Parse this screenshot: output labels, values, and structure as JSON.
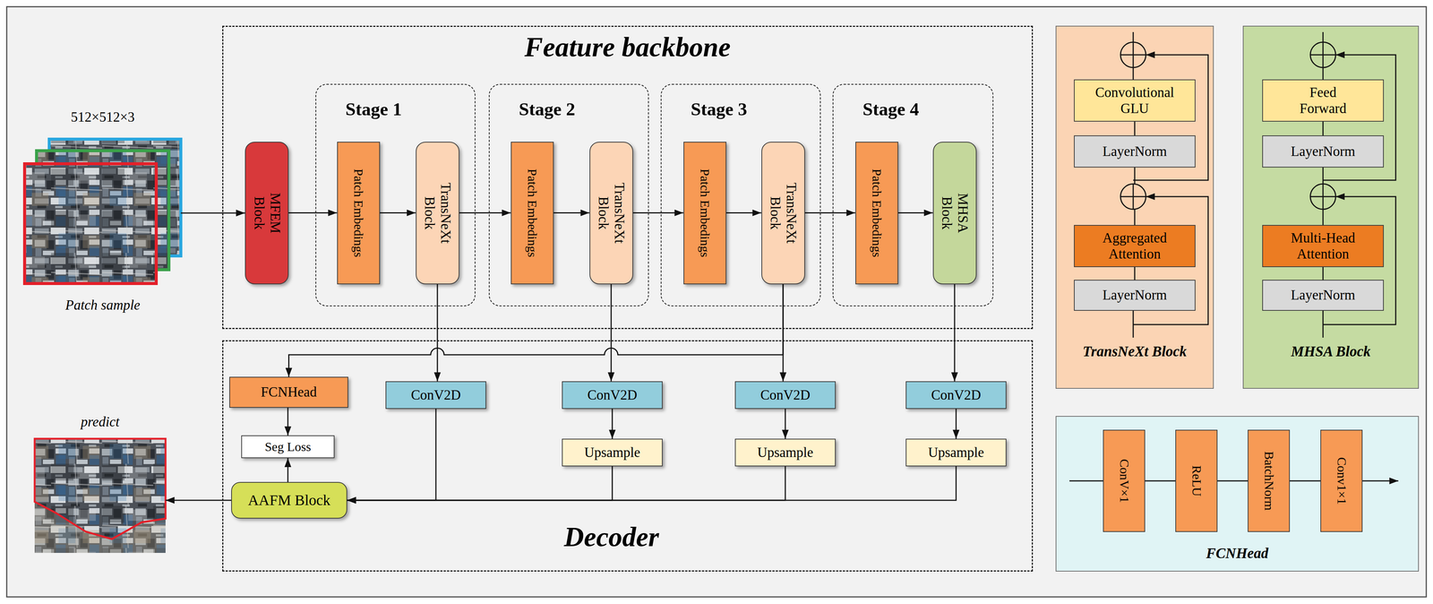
{
  "diagram": {
    "nodes": [
      {
        "text": [
          "512×512×3",
          "Patch sample"
        ]
      },
      {
        "text": [
          "Feature backbone"
        ]
      },
      {
        "text": [
          "MFEM Block"
        ],
        "in": 1
      },
      {
        "text": [
          "Stage 1"
        ],
        "in": 1
      },
      {
        "text": [
          "Patch Embedings"
        ],
        "in": 3
      },
      {
        "text": [
          "TransNeXt Block"
        ],
        "in": 3
      },
      {
        "text": [
          "Stage 2"
        ],
        "in": 1
      },
      {
        "text": [
          "Patch Embedings"
        ],
        "in": 6
      },
      {
        "text": [
          "TransNeXt Block"
        ],
        "in": 6
      },
      {
        "text": [
          "Stage 3"
        ],
        "in": 1
      },
      {
        "text": [
          "Patch Embedings"
        ],
        "in": 9
      },
      {
        "text": [
          "TransNeXt Block"
        ],
        "in": 9
      },
      {
        "text": [
          "Stage 4"
        ],
        "in": 1
      },
      {
        "text": [
          "Patch Embedings"
        ],
        "in": 12
      },
      {
        "text": [
          "MHSA Block"
        ],
        "in": 12
      },
      {
        "text": [
          "Decoder"
        ]
      },
      {
        "text": [
          "FCNHead"
        ],
        "in": 15
      },
      {
        "text": [
          "ConV2D"
        ],
        "in": 15
      },
      {
        "text": [
          "ConV2D"
        ],
        "in": 15
      },
      {
        "text": [
          "ConV2D"
        ],
        "in": 15
      },
      {
        "text": [
          "ConV2D"
        ],
        "in": 15
      },
      {
        "text": [
          "Seg Loss"
        ],
        "in": 15
      },
      {
        "text": [
          "Upsample"
        ],
        "in": 15
      },
      {
        "text": [
          "Upsample"
        ],
        "in": 15
      },
      {
        "text": [
          "Upsample"
        ],
        "in": 15
      },
      {
        "text": [
          "AAFM Block"
        ],
        "in": 15
      },
      {
        "text": [
          "predict"
        ]
      },
      {
        "text": [
          "TransNeXt Block"
        ]
      },
      {
        "text": [
          "Convolutional GLU"
        ],
        "in": 27
      },
      {
        "text": [
          "LayerNorm"
        ],
        "in": 27
      },
      {
        "text": [
          "Aggregated Attention"
        ],
        "in": 27
      },
      {
        "text": [
          "LayerNorm"
        ],
        "in": 27
      },
      {
        "text": [
          "MHSA Block"
        ]
      },
      {
        "text": [
          "Feed Forward"
        ],
        "in": 32
      },
      {
        "text": [
          "LayerNorm"
        ],
        "in": 32
      },
      {
        "text": [
          "Multi-Head Attention"
        ],
        "in": 32
      },
      {
        "text": [
          "LayerNorm"
        ],
        "in": 32
      },
      {
        "text": [
          "FCNHead"
        ]
      },
      {
        "text": [
          "ConV×1"
        ],
        "in": 37
      },
      {
        "text": [
          "ReLU"
        ],
        "in": 37
      },
      {
        "text": [
          "BatchNorm"
        ],
        "in": 37
      },
      {
        "text": [
          "Conv1×1"
        ],
        "in": 37
      }
    ],
    "edges": [
      {
        "from": 0,
        "to": 2,
        "arrow": "to"
      },
      {
        "from": 2,
        "to": 4,
        "arrow": "to"
      },
      {
        "from": 4,
        "to": 5,
        "arrow": "to"
      },
      {
        "from": 5,
        "to": 7,
        "arrow": "to"
      },
      {
        "from": 7,
        "to": 8,
        "arrow": "to"
      },
      {
        "from": 8,
        "to": 10,
        "arrow": "to"
      },
      {
        "from": 10,
        "to": 11,
        "arrow": "to"
      },
      {
        "from": 11,
        "to": 13,
        "arrow": "to"
      },
      {
        "from": 13,
        "to": 14,
        "arrow": "to"
      },
      {
        "from": 5,
        "to": 17,
        "arrow": "to"
      },
      {
        "from": 8,
        "to": 18,
        "arrow": "to"
      },
      {
        "from": 11,
        "to": 19,
        "arrow": "to"
      },
      {
        "from": 14,
        "to": 20,
        "arrow": "to"
      },
      {
        "from": 11,
        "to": 16,
        "arrow": "to"
      },
      {
        "from": 18,
        "to": 22,
        "arrow": "to"
      },
      {
        "from": 19,
        "to": 23,
        "arrow": "to"
      },
      {
        "from": 20,
        "to": 24,
        "arrow": "to"
      },
      {
        "from": 17,
        "to": 25,
        "arrow": "to"
      },
      {
        "from": 22,
        "to": 25,
        "arrow": "to"
      },
      {
        "from": 23,
        "to": 25,
        "arrow": "to"
      },
      {
        "from": 24,
        "to": 25,
        "arrow": "to"
      },
      {
        "from": 16,
        "to": 21,
        "arrow": "to"
      },
      {
        "from": 25,
        "to": 21,
        "arrow": "to"
      },
      {
        "from": 25,
        "to": 26,
        "arrow": "to"
      },
      {
        "from": 31,
        "to": 30,
        "arrow": "none"
      },
      {
        "from": 30,
        "to": 29,
        "arrow": "none"
      },
      {
        "from": 29,
        "to": 28,
        "arrow": "none"
      },
      {
        "from": 36,
        "to": 35,
        "arrow": "none"
      },
      {
        "from": 35,
        "to": 34,
        "arrow": "none"
      },
      {
        "from": 34,
        "to": 33,
        "arrow": "none"
      },
      {
        "from": 38,
        "to": 39,
        "arrow": "none"
      },
      {
        "from": 39,
        "to": 40,
        "arrow": "none"
      },
      {
        "from": 40,
        "to": 41,
        "arrow": "none"
      }
    ]
  }
}
